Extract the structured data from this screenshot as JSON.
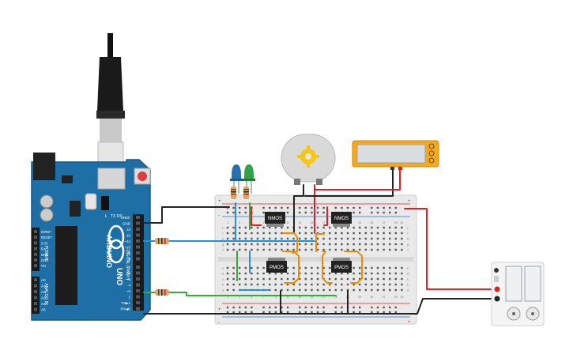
{
  "arduino": {
    "brand_vertical": "ARDUINO",
    "model_vertical": "UNO",
    "digital_label": "DIGITAL (PWM~)",
    "tx_label": "TX",
    "rx_label": "RX",
    "l_label": "L",
    "on_label": "ON",
    "pins_top": [
      "AREF",
      "GND",
      "13",
      "12",
      "~11",
      "~10",
      "~9",
      "8"
    ],
    "pins_bottom": [
      "7",
      "~6",
      "~5",
      "4",
      "~3",
      "2",
      "TX▶1",
      "RX◀0"
    ],
    "power_labels": [
      "IOREF",
      "RESET",
      "3.3V",
      "5V",
      "GND",
      "GND",
      "Vin"
    ],
    "power_header": "POWER",
    "analog_labels": [
      "A0",
      "A1",
      "A2",
      "A3",
      "A4",
      "A5"
    ],
    "analog_header": "ANALOG IN"
  },
  "breadboard": {
    "columns": [
      "1",
      "2",
      "3",
      "4",
      "5",
      "6",
      "7",
      "8",
      "9",
      "10",
      "11",
      "12",
      "13",
      "14",
      "15",
      "16",
      "17",
      "18",
      "19",
      "20",
      "21",
      "22",
      "23",
      "24",
      "25",
      "26",
      "27",
      "28",
      "29",
      "30"
    ],
    "rows_top": [
      "j",
      "i",
      "h",
      "g",
      "f"
    ],
    "rows_bottom": [
      "e",
      "d",
      "c",
      "b",
      "a"
    ],
    "plus": "+",
    "minus": "-"
  },
  "components": {
    "nmos_left": "NMOS",
    "nmos_right": "NMOS",
    "pmos_left": "PMOS",
    "pmos_right": "PMOS"
  },
  "multimeter": {
    "display": "",
    "knob_icon": "dial-icon"
  },
  "colors": {
    "board": "#1d6fa5",
    "wire_black": "#222222",
    "wire_red": "#d8232a",
    "wire_blue": "#2b8fd6",
    "wire_green": "#3aa83a",
    "wire_orange": "#f08a00",
    "multimeter": "#f6a81b",
    "motor": "#d9d9d9"
  }
}
